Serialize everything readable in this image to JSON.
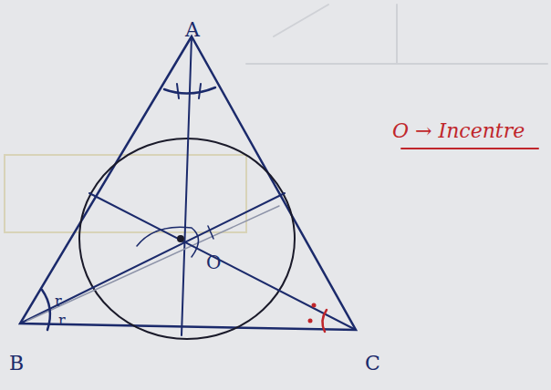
{
  "diagram": {
    "labels": [
      "A",
      "B",
      "C",
      "O",
      "r",
      "r",
      "O → Incentre"
    ]
  }
}
